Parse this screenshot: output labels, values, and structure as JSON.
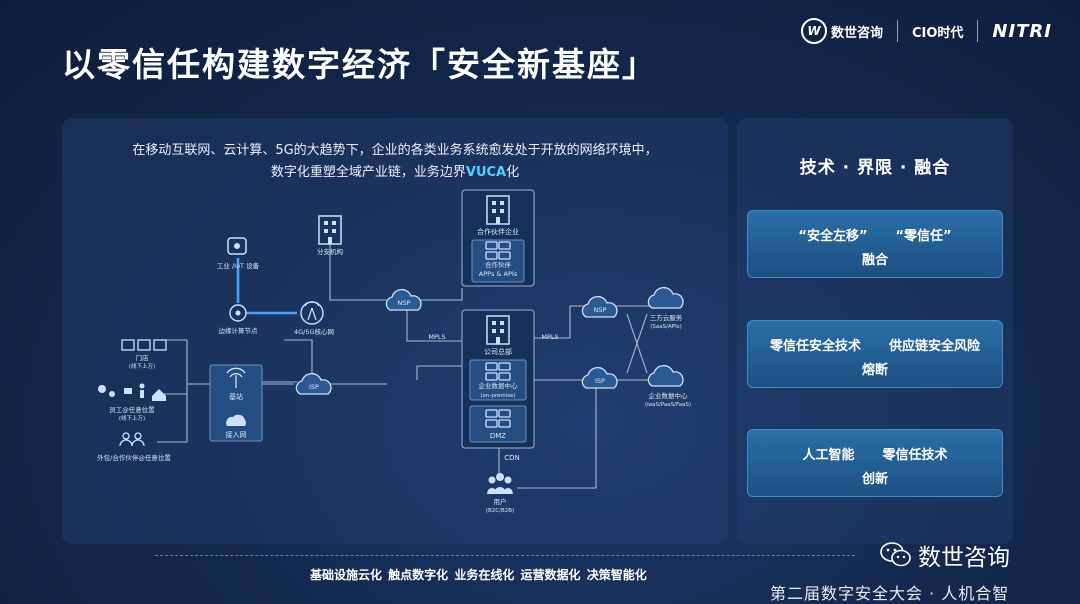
{
  "title": "以零信任构建数字经济「安全新基座」",
  "logos": {
    "logo1": "数世咨询",
    "logo2": "CIO时代",
    "logo3": "NITRI"
  },
  "intro": {
    "line1": "在移动互联网、云计算、5G的大趋势下，企业的各类业务系统愈发处于开放的网络环境中，",
    "line2_pre": "数字化重塑全域产业链，业务边界",
    "line2_highlight": "VUCA",
    "line2_post": "化"
  },
  "diagram": {
    "iot": "工业 /IoT 设备",
    "edge": "边缘计算节点",
    "core5g": "4G/5G核心网",
    "branch": "分支机构",
    "partner": "合作伙伴企业",
    "partner_apps_1": "合作伙伴",
    "partner_apps_2": "APPs & APIs",
    "nsp1": "NSP",
    "nsp2": "NSP",
    "mpls1": "MPLS",
    "mpls2": "MPLS",
    "hq": "公司总部",
    "dc_1": "企业数据中心",
    "dc_2": "(on-premise)",
    "dmz": "DMZ",
    "isp1": "ISP",
    "isp2": "ISP",
    "cdn": "CDN",
    "user_1": "用户",
    "user_2": "(B2C/B2B)",
    "cloud_1": "三方云服务",
    "cloud_2": "(SaaS/APIs)",
    "edc_1": "企业数据中心",
    "edc_2": "(IaaS/PaaS/FaaS)",
    "store_1": "门店",
    "store_2": "(线下上万)",
    "employee_1": "员工@任意位置",
    "employee_2": "(线下上万)",
    "outsource": "外包/合作伙伴@任意位置",
    "basestation": "基站",
    "access": "接入网"
  },
  "right": {
    "title": "技术 · 界限 · 融合",
    "cards": [
      {
        "a": "“安全左移”",
        "b": "“零信任”",
        "c": "融合"
      },
      {
        "a": "零信任安全技术",
        "b": "供应链安全风险",
        "c": "熔断"
      },
      {
        "a": "人工智能",
        "b": "零信任技术",
        "c": "创新"
      }
    ]
  },
  "bottom": "基础设施云化  触点数字化  业务在线化  运营数据化  决策智能化",
  "wechat": "数世咨询",
  "conference": "第二届数字安全大会 · 人机合智"
}
